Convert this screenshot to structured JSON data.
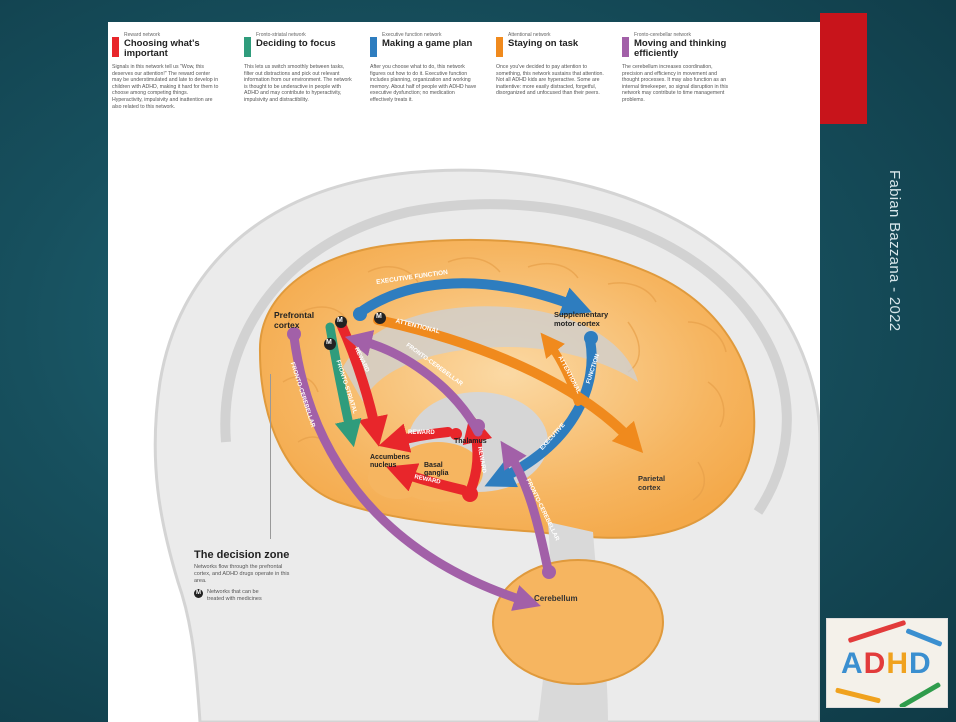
{
  "author": "Fabian Bazzana - 2022",
  "thumbnail_text": "ADHD",
  "thumbnail_colors": [
    "#3a8fd0",
    "#e23b3b",
    "#f0a21e",
    "#3a8fd0"
  ],
  "colors": {
    "reward": "#e8262b",
    "focus": "#2f9c7c",
    "game_plan": "#2e7dbf",
    "on_task": "#f08a1d",
    "efficiency": "#a260a8",
    "accent": "#c8141b"
  },
  "columns": [
    {
      "key": "reward",
      "kicker": "Reward network",
      "title": "Choosing what's important",
      "body": "Signals in this network tell us \"Wow, this deserves our attention!\" The reward center may be understimulated and late to develop in children with ADHD, making it hard for them to choose among competing things. Hyperactivity, impulsivity and inattention are also related to this network."
    },
    {
      "key": "focus",
      "kicker": "Fronto-striatal network",
      "title": "Deciding to focus",
      "body": "This lets us switch smoothly between tasks, filter out distractions and pick out relevant information from our environment. The network is thought to be underactive in people with ADHD and may contribute to hyperactivity, impulsivity and distractibility."
    },
    {
      "key": "game_plan",
      "kicker": "Executive function network",
      "title": "Making a game plan",
      "body": "After you choose what to do, this network figures out how to do it. Executive function includes planning, organization and working memory. About half of people with ADHD have executive dysfunction; no medication effectively treats it."
    },
    {
      "key": "on_task",
      "kicker": "Attentional network",
      "title": "Staying on task",
      "body": "Once you've decided to pay attention to something, this network sustains that attention. Not all ADHD kids are hyperactive. Some are inattentive: more easily distracted, forgetful, disorganized and unfocused than their peers."
    },
    {
      "key": "efficiency",
      "kicker": "Fronto-cerebellar network",
      "title": "Moving and thinking efficiently",
      "body": "The cerebellum increases coordination, precision and efficiency in movement and thought processes. It may also function as an internal timekeeper, so signal disruption in this network may contribute to time management problems."
    }
  ],
  "diagram": {
    "regions": {
      "prefrontal": "Prefrontal cortex",
      "supplementary": "Supplementary motor cortex",
      "accumbens": "Accumbens nucleus",
      "basal": "Basal ganglia",
      "thalamus": "Thalamus",
      "parietal": "Parietal cortex",
      "cerebellum": "Cerebellum"
    },
    "arrows": {
      "executive_top": "EXECUTIVE FUNCTION",
      "attentional": "ATTENTIONAL",
      "attentional_right": "ATTENTIONAL",
      "function_right": "FUNCTION",
      "executive_lower": "EXECUTIVE",
      "reward_v": "REWARD",
      "fronto_striatal": "FRONTO-STRIATAL",
      "fronto_cerebellar_mid": "FRONTO-CEREBELLAR",
      "fronto_cerebellar_left": "FRONTO-CEREBELLAR",
      "fronto_cerebellar_right": "FRONTO-CEREBELLAR",
      "reward_mid": "REWARD",
      "reward_low": "REWARD",
      "reward_vertical": "REWARD"
    },
    "medicine_marker": "M"
  },
  "decision_zone": {
    "title": "The decision zone",
    "text": "Networks flow through the prefrontal cortex, and ADHD drugs operate in this area.",
    "legend_marker": "M",
    "legend_text": "Networks that can be treated with medicines"
  }
}
